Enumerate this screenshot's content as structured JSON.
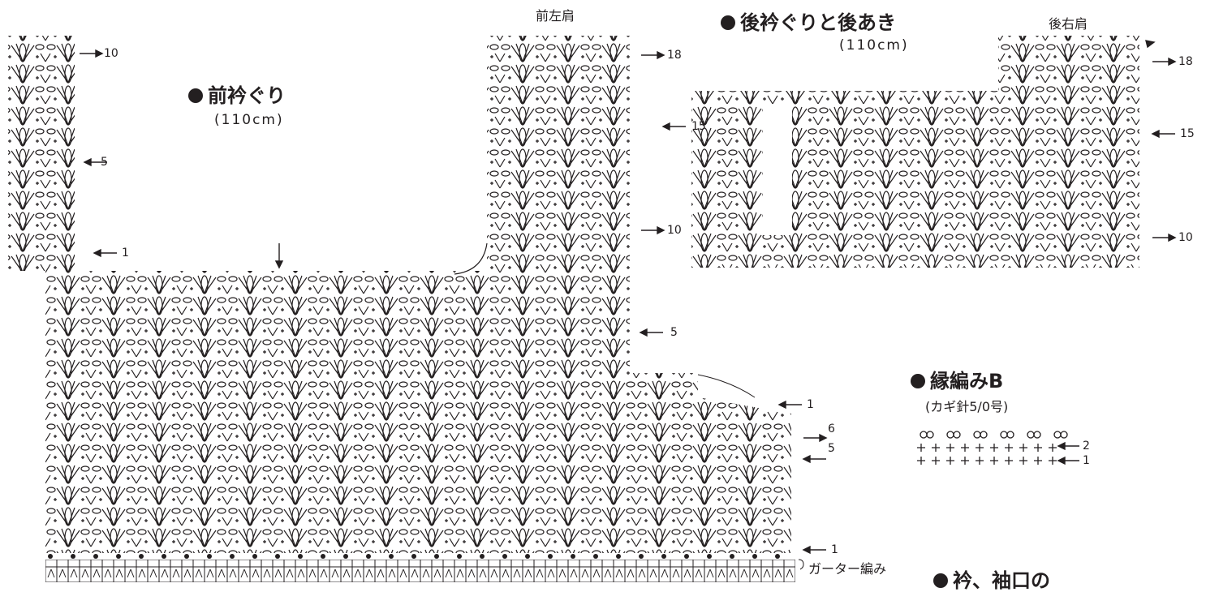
{
  "sections": {
    "front_neck": {
      "title": "前衿ぐり",
      "length": "(110cm)"
    },
    "back_neck": {
      "title": "後衿ぐりと後あき",
      "length": "(110cm)"
    },
    "edging_b": {
      "title": "縁編みB",
      "hook": "(カギ針5/0号)"
    },
    "cuff": {
      "title": "衿、袖口の"
    }
  },
  "labels": {
    "front_left_shoulder": "前左肩",
    "back_right_shoulder": "後右肩",
    "garter": "ガーター編み"
  },
  "row_numbers": {
    "left_strip": [
      "10",
      "5",
      "1"
    ],
    "front_left": [
      "18",
      "15",
      "10",
      "5"
    ],
    "front_body": [
      "1",
      "6",
      "5",
      "1"
    ],
    "back_right": [
      "18",
      "15",
      "10"
    ],
    "edging_b": [
      "2",
      "1"
    ]
  },
  "colors": {
    "ink": "#231f20",
    "paper": "#ffffff"
  }
}
